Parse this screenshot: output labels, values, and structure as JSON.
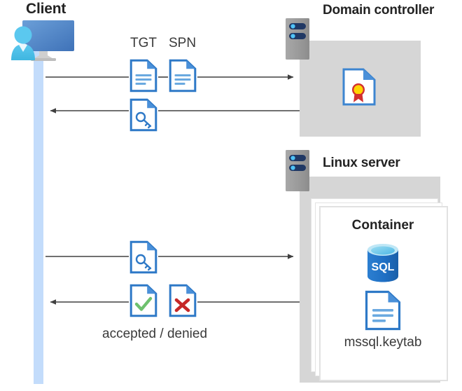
{
  "diagram": {
    "title": "Kerberos authentication flow between client, domain controller and Linux container",
    "background": "#ffffff",
    "accent_blue": "#2e79c7",
    "panel_grey": "#d6d6d6",
    "lifeline_blue": "#c3dcfb"
  },
  "client": {
    "title": "Client",
    "icon": "client-computer-icon",
    "lifeline": "client-lifeline"
  },
  "domain_controller": {
    "title": "Domain controller",
    "rack_icon": "server-rack-icon",
    "contents": [
      {
        "icon": "certificate-document-icon",
        "label": ""
      }
    ]
  },
  "linux_server": {
    "title": "Linux server",
    "rack_icon": "server-rack-icon",
    "container": {
      "title": "Container",
      "stack_count": 3,
      "items": [
        {
          "icon": "sql-database-icon",
          "label": "SQL"
        },
        {
          "icon": "keytab-document-icon",
          "label": "mssql.keytab"
        }
      ]
    }
  },
  "flows": [
    {
      "id": "flow-tgt-spn-request",
      "direction": "right",
      "from": "client",
      "to": "domain-controller",
      "labels": [
        "TGT",
        "SPN"
      ],
      "icons": [
        "document-lines-icon",
        "document-lines-icon"
      ]
    },
    {
      "id": "flow-service-ticket-response",
      "direction": "left",
      "from": "domain-controller",
      "to": "client",
      "labels": [],
      "icons": [
        "document-key-icon"
      ]
    },
    {
      "id": "flow-ticket-presented",
      "direction": "right",
      "from": "client",
      "to": "linux-server",
      "labels": [],
      "icons": [
        "document-key-icon"
      ]
    },
    {
      "id": "flow-auth-result",
      "direction": "left",
      "from": "linux-server",
      "to": "client",
      "labels": [
        "accepted / denied"
      ],
      "icons": [
        "document-check-icon",
        "document-cross-icon"
      ]
    }
  ],
  "labels": {
    "tgt": "TGT",
    "spn": "SPN",
    "accepted_denied": "accepted / denied",
    "sql": "SQL",
    "keytab": "mssql.keytab",
    "container": "Container"
  },
  "colors": {
    "doc_border": "#2e79c7",
    "doc_fold": "#4a90d9",
    "doc_lines": "#6aa9e0",
    "check_green": "#6ec16e",
    "cross_red": "#c62828",
    "seal_yellow": "#ffd400",
    "seal_red": "#d32f2f",
    "arrow_grey": "#404040",
    "sql_blue": "#1f6fc4",
    "rack_grey": "#9a9a9a",
    "rack_navy": "#203864",
    "rack_dot": "#4fc3f7"
  }
}
